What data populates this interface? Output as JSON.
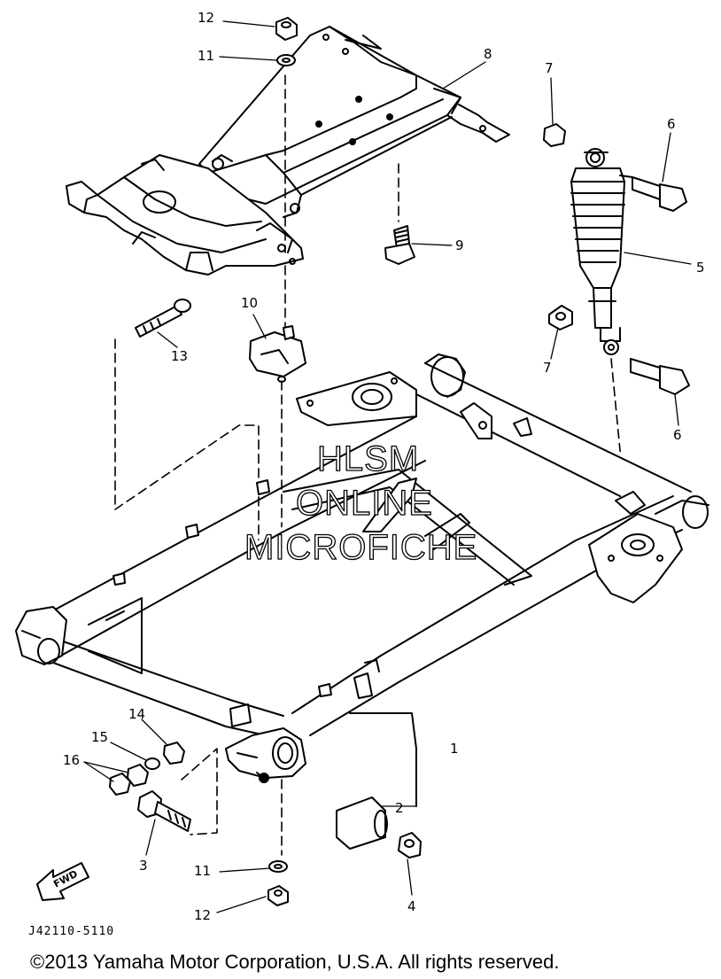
{
  "diagram": {
    "callouts": {
      "c1": "1",
      "c2": "2",
      "c3": "3",
      "c4": "4",
      "c5": "5",
      "c6a": "6",
      "c6b": "6",
      "c7a": "7",
      "c7b": "7",
      "c8": "8",
      "c9": "9",
      "c10": "10",
      "c11a": "11",
      "c11b": "11",
      "c12a": "12",
      "c12b": "12",
      "c13": "13",
      "c14": "14",
      "c15": "15",
      "c16": "16"
    },
    "fwd_label": "FWD",
    "drawing_code": "J42110-5110"
  },
  "watermark": {
    "line1": "HLSM",
    "line2": "ONLINE",
    "line3": "MICROFICHE"
  },
  "footer": {
    "copyright": "©2013 Yamaha Motor Corporation, U.S.A. All rights reserved."
  },
  "colors": {
    "ink": "#000000",
    "paper": "#ffffff"
  }
}
